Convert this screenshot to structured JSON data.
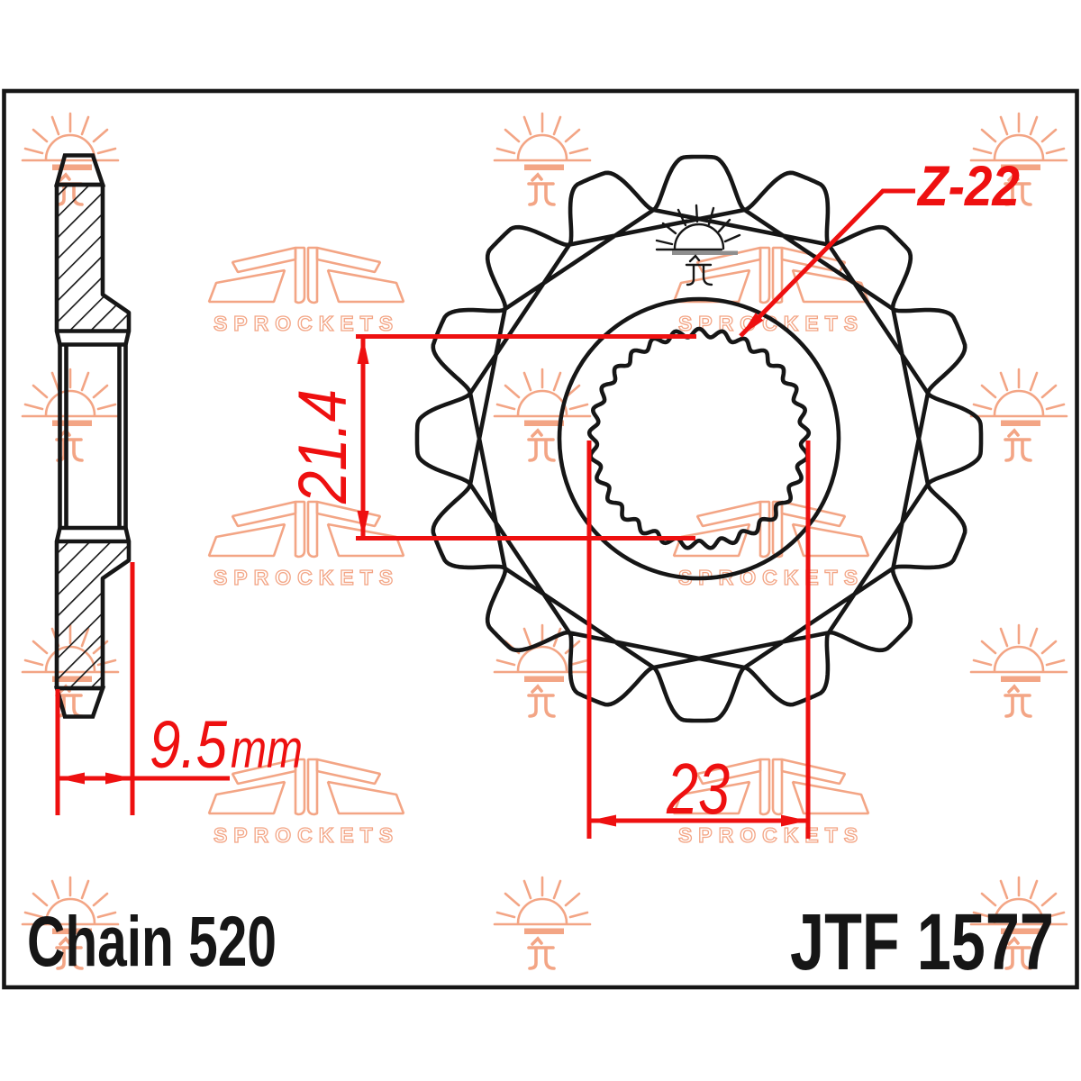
{
  "labels": {
    "teeth_count": "Z-22",
    "bore_minor_diameter": "21.4",
    "bore_major_diameter": "23",
    "width_value": "9.5",
    "width_unit": "mm",
    "chain_size": "Chain 520",
    "part_number": "JTF 1577"
  },
  "watermark": {
    "brand": "SPROCKETS"
  },
  "colors": {
    "red": "#ee1010",
    "black": "#161616",
    "peach": "#f3a585",
    "gray": "#8f8f8f",
    "bg": "#ffffff"
  }
}
